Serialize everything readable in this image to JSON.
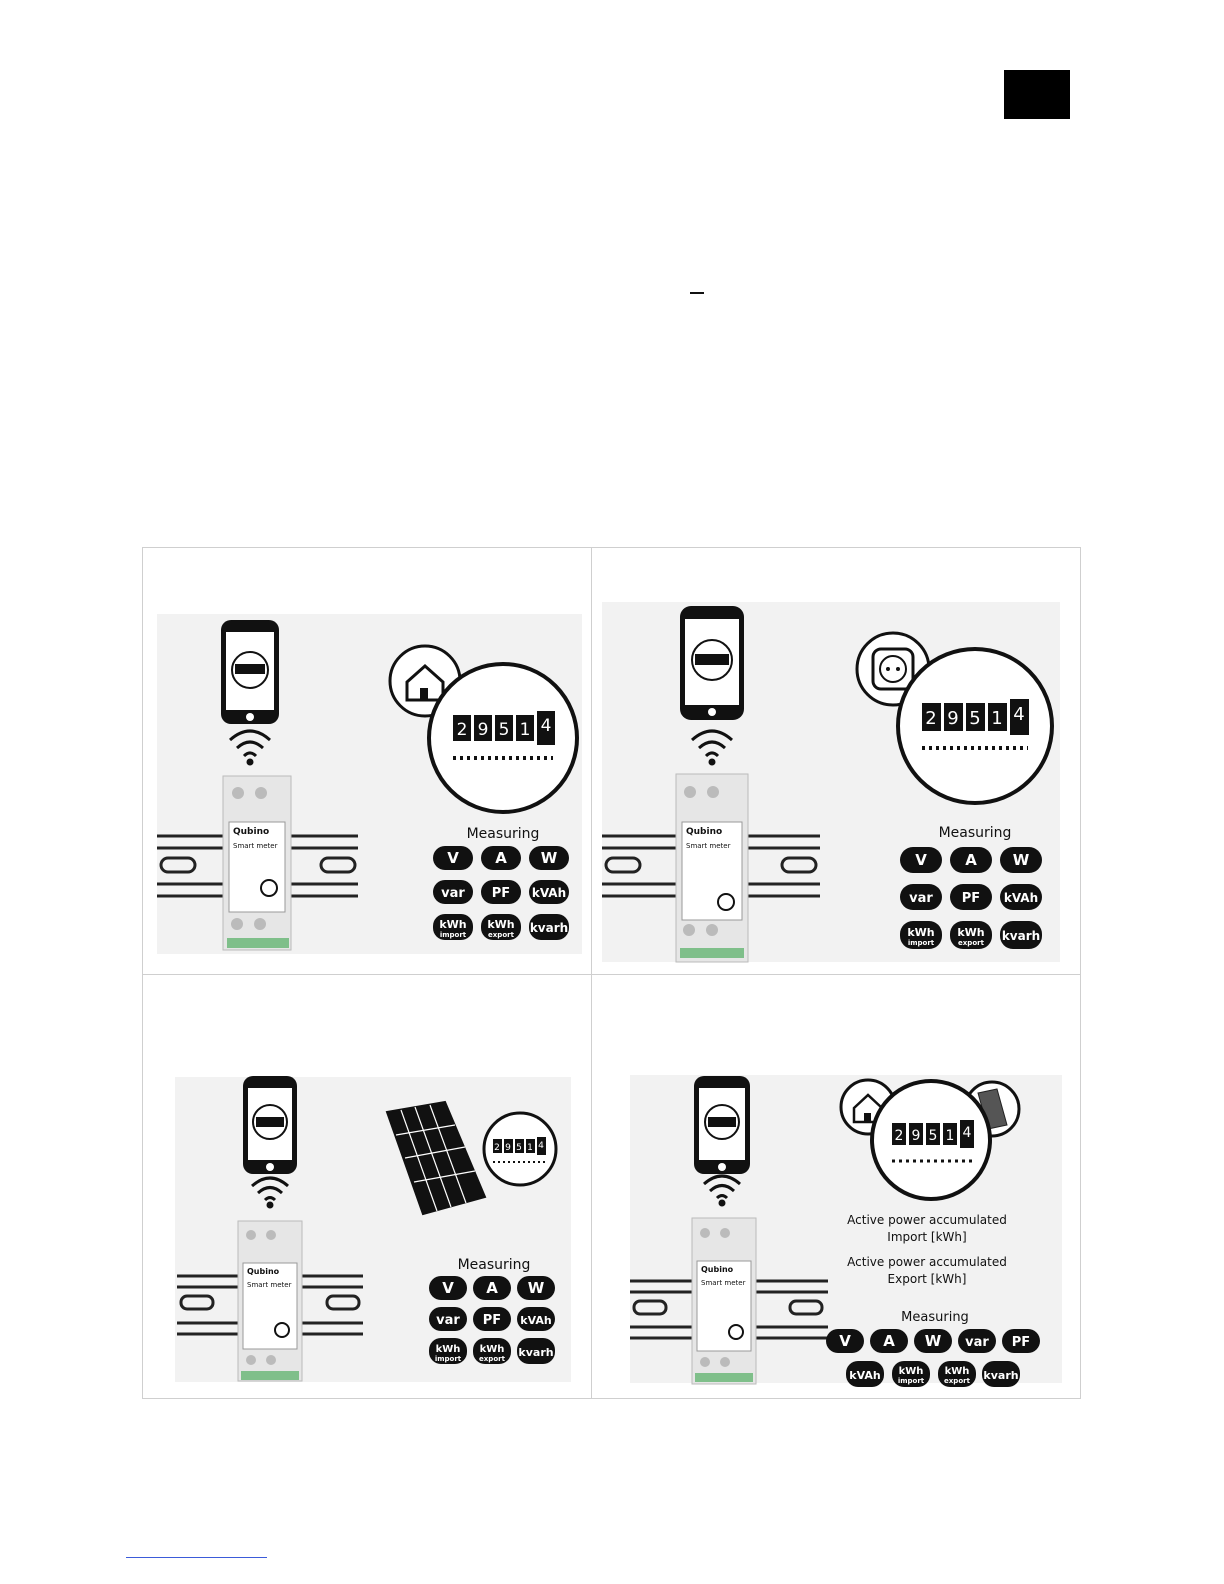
{
  "colors": {
    "accent": "#000000",
    "terminal_green": "#7fbf8a",
    "link": "#3b5bd9"
  },
  "device": {
    "brand": "Qubino",
    "subtitle": "Smart meter"
  },
  "measuring_label": "Measuring",
  "meter_digits": [
    "2",
    "9",
    "5",
    "1",
    "4"
  ],
  "badges": {
    "v": "V",
    "a": "A",
    "w": "W",
    "var": "var",
    "pf": "PF",
    "kvah": "kVAh",
    "kwh": "kWh",
    "import": "import",
    "export": "export",
    "kvarh": "kvarh"
  },
  "panel4": {
    "import_line1": "Active power accumulated",
    "import_line2": "Import [kWh]",
    "export_line1": "Active power accumulated",
    "export_line2": "Export [kWh]"
  },
  "panels": [
    {
      "scene": "house-icon"
    },
    {
      "scene": "socket-icon"
    },
    {
      "scene": "solar-panel-icon"
    },
    {
      "scene": "house-and-solar-icon"
    }
  ]
}
